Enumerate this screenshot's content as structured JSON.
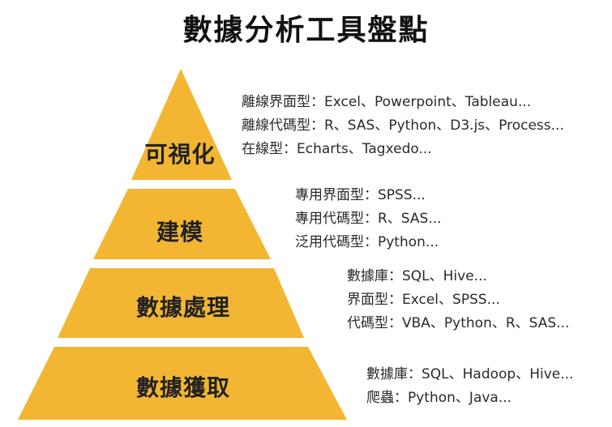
{
  "title": "數據分析工具盤點",
  "colors": {
    "tier_fill": "#F2B633",
    "text": "#2a2a2a"
  },
  "tiers": [
    {
      "label": "可視化",
      "tools": [
        "離線界面型：Excel、Powerpoint、Tableau...",
        "離線代碼型：R、SAS、Python、D3.js、Process...",
        "在線型：Echarts、Tagxedo..."
      ]
    },
    {
      "label": "建模",
      "tools": [
        "專用界面型：SPSS...",
        "專用代碼型：R、SAS...",
        "泛用代碼型：Python..."
      ]
    },
    {
      "label": "數據處理",
      "tools": [
        "數據庫：SQL、Hive...",
        "界面型：Excel、SPSS...",
        "代碼型：VBA、Python、R、SAS..."
      ]
    },
    {
      "label": "數據獲取",
      "tools": [
        "數據庫：SQL、Hadoop、Hive...",
        "爬蟲：Python、Java..."
      ]
    }
  ]
}
